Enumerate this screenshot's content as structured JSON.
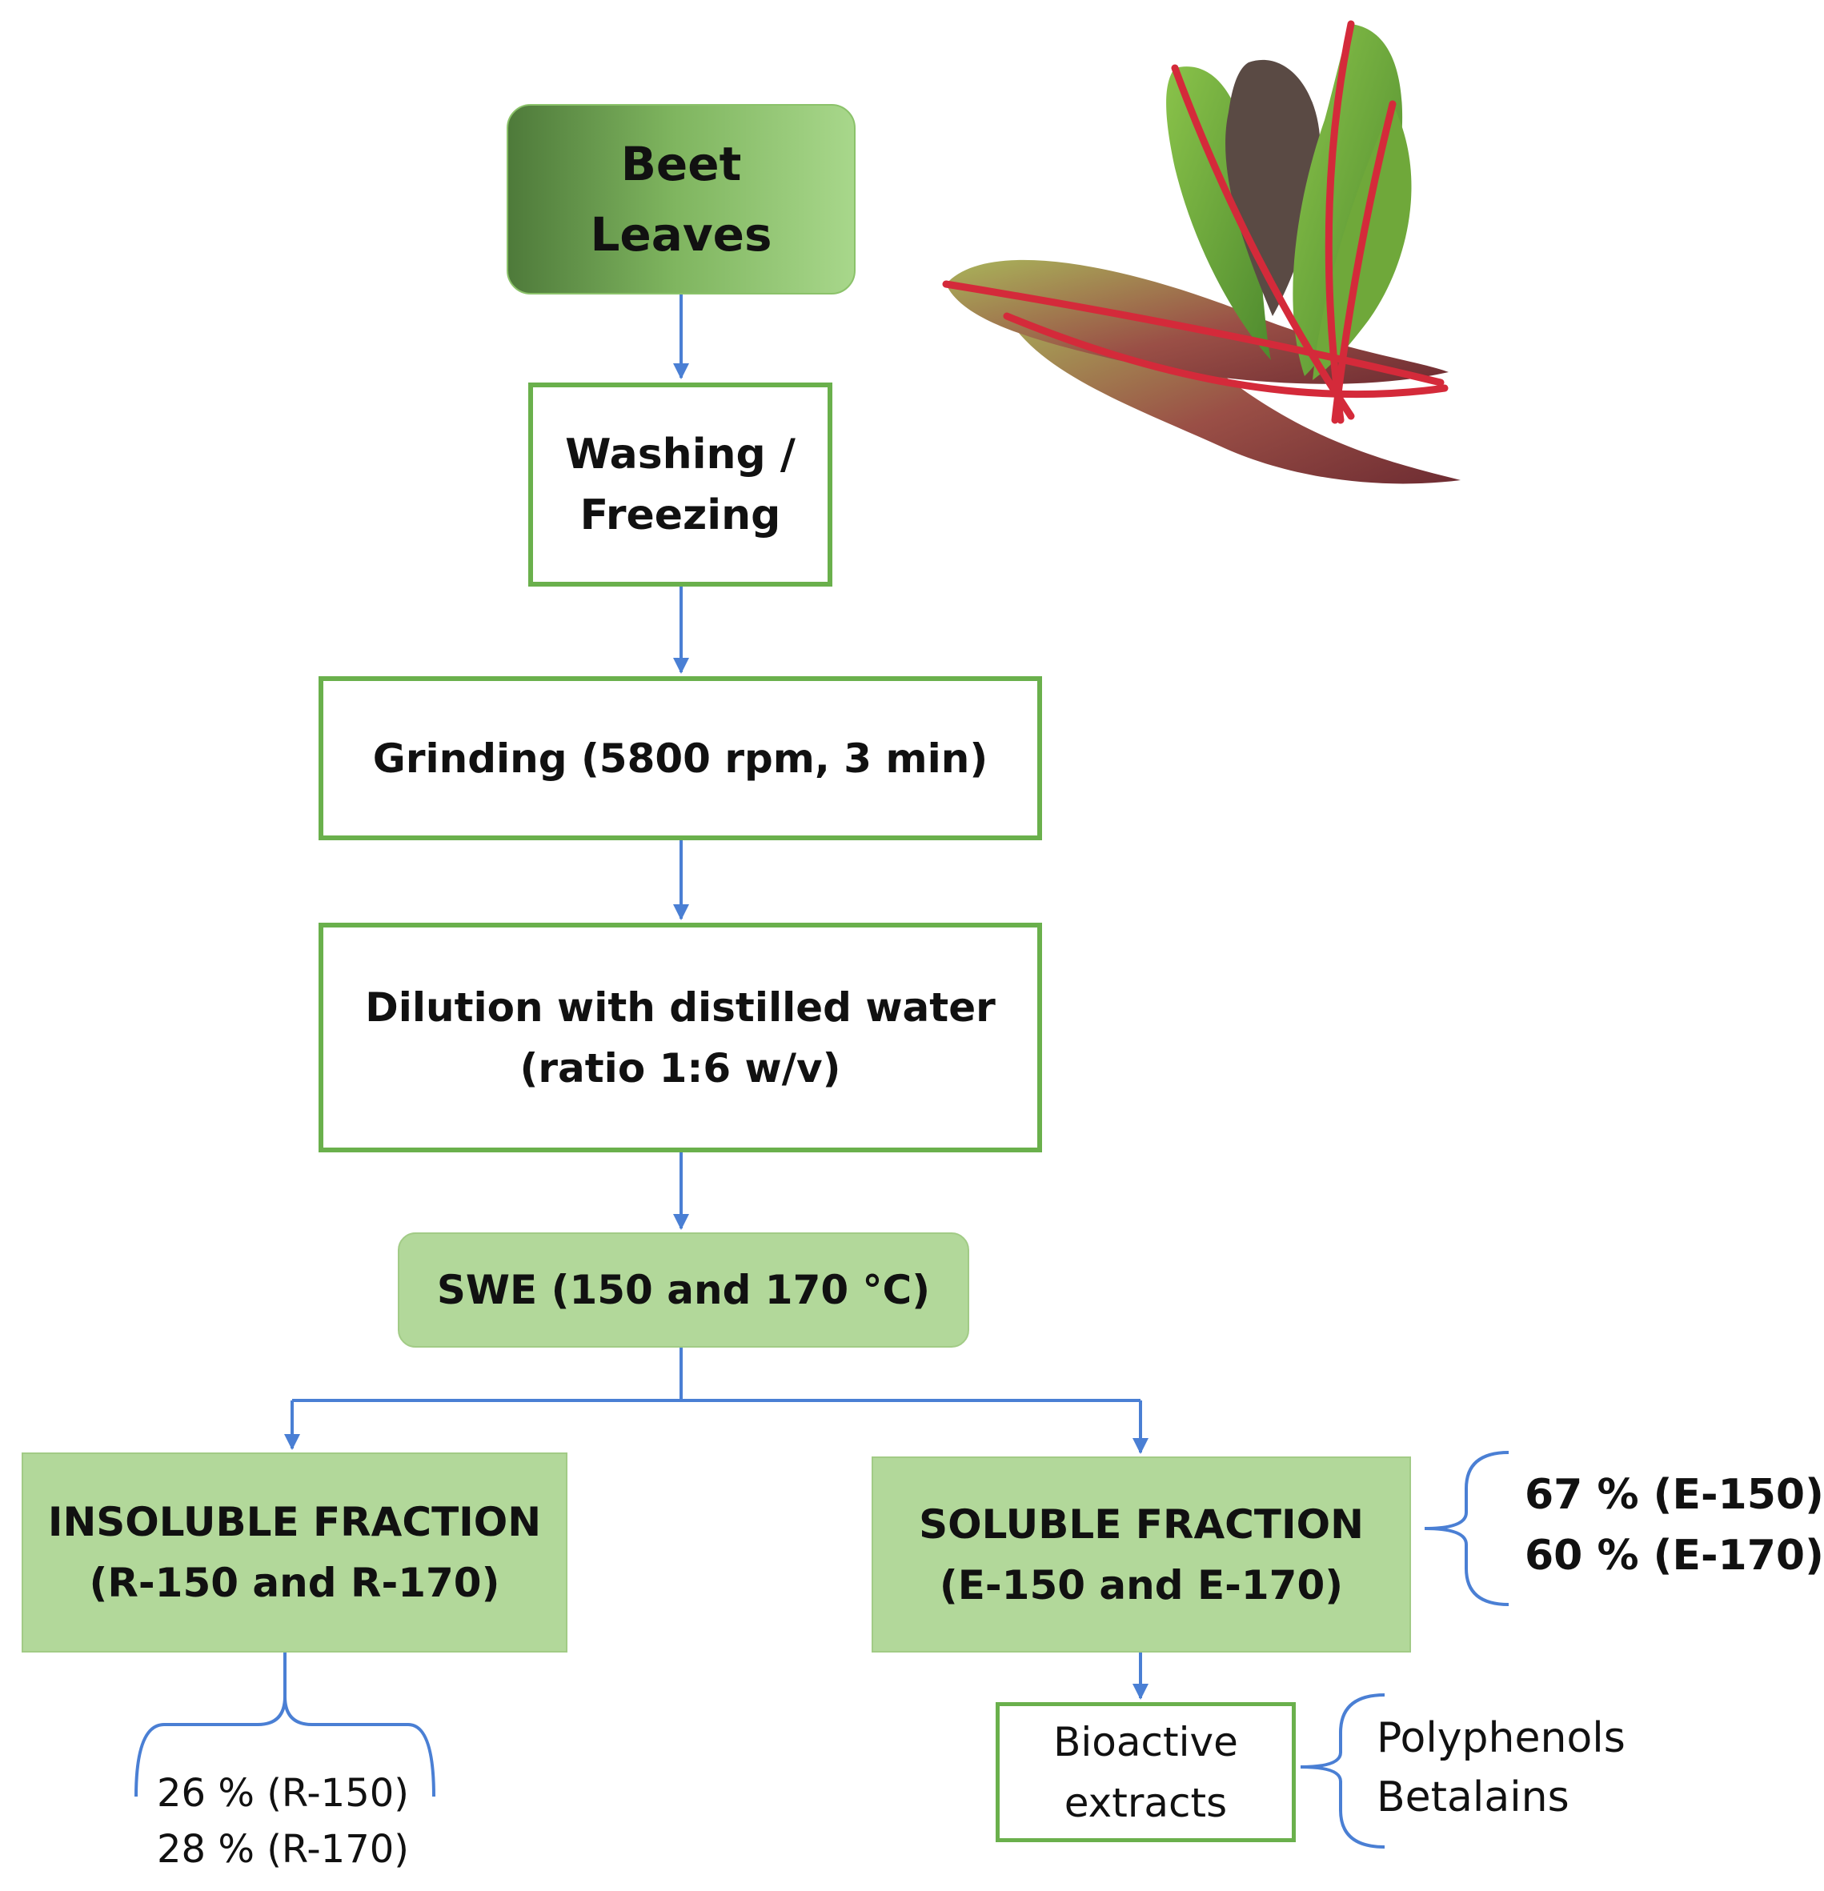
{
  "steps": {
    "beet_leaves": {
      "lines": [
        "Beet",
        "Leaves"
      ]
    },
    "washing": {
      "lines": [
        "Washing /",
        "Freezing"
      ]
    },
    "grinding": {
      "lines": [
        "Grinding (5800 rpm, 3 min)"
      ]
    },
    "dilution": {
      "lines": [
        "Dilution with distilled water",
        "(ratio 1:6 w/v)"
      ]
    },
    "swe": {
      "lines": [
        "SWE (150 and 170 °C)"
      ]
    },
    "insoluble": {
      "lines": [
        "INSOLUBLE FRACTION",
        "(R-150 and R-170)"
      ]
    },
    "soluble": {
      "lines": [
        "SOLUBLE FRACTION",
        "(E-150 and E-170)"
      ]
    },
    "bioactive": {
      "lines": [
        "Bioactive",
        "extracts"
      ]
    }
  },
  "annotations": {
    "soluble_yields": [
      "67 % (E-150)",
      "60 % (E-170)"
    ],
    "insoluble_yields": [
      "26 % (R-150)",
      "28 % (R-170)"
    ],
    "compounds": [
      "Polyphenols",
      "Betalains"
    ]
  },
  "colors": {
    "connector": "#4a7fd4",
    "box_border": "#6ab04c",
    "box_fill": "#b2d89a",
    "bracket": "#4a7fd4"
  },
  "illustration": "beet-leaves-illustration"
}
